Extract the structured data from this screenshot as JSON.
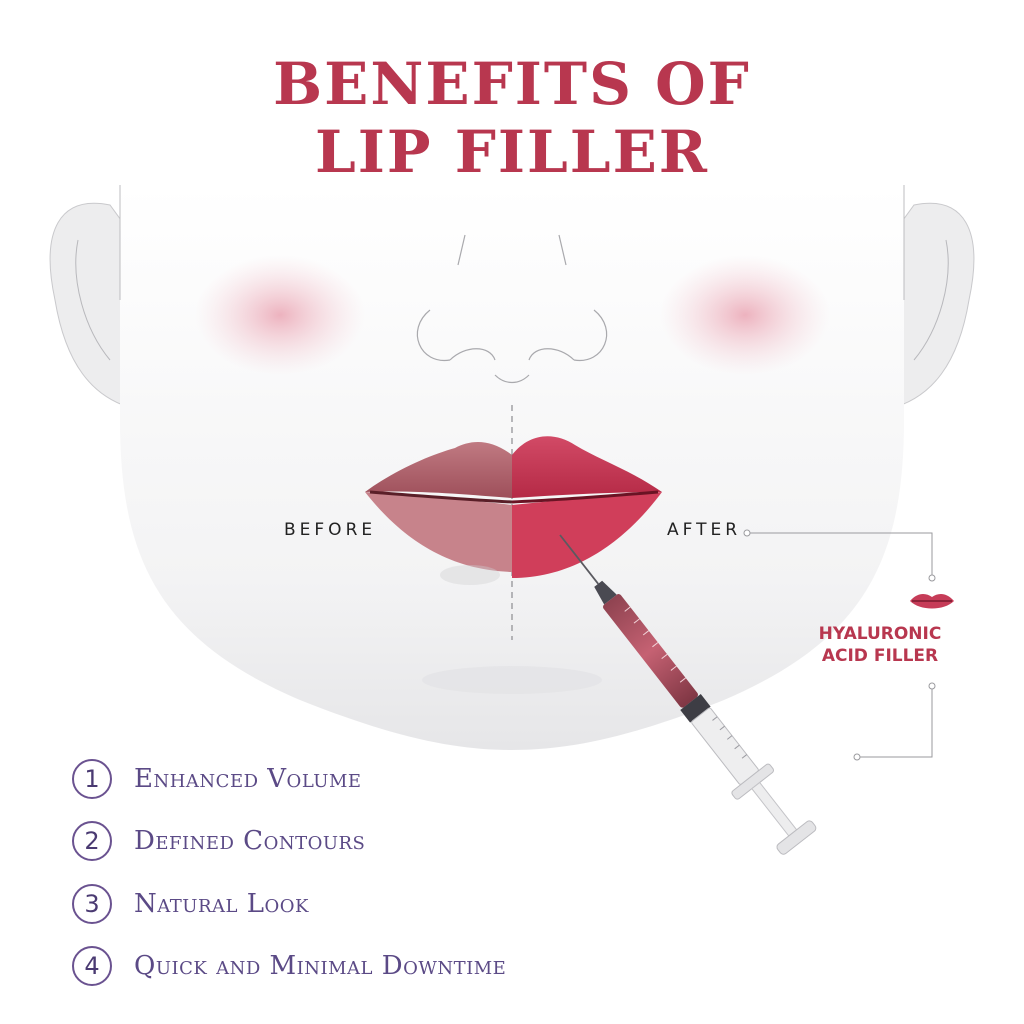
{
  "title": {
    "line1": "BENEFITS OF",
    "line2": "LIP FILLER"
  },
  "labels": {
    "before": "BEFORE",
    "after": "AFTER"
  },
  "filler": {
    "line1": "HYALURONIC",
    "line2": "ACID FILLER"
  },
  "benefits": [
    {
      "num": "1",
      "text": "Enhanced Volume"
    },
    {
      "num": "2",
      "text": "Defined Contours"
    },
    {
      "num": "3",
      "text": "Natural Look"
    },
    {
      "num": "4",
      "text": "Quick and Minimal Downtime"
    }
  ],
  "colors": {
    "accent": "#b8374f",
    "benefit_text": "#5b4a86",
    "lip_before": "#b86670",
    "lip_after": "#c63c58"
  }
}
